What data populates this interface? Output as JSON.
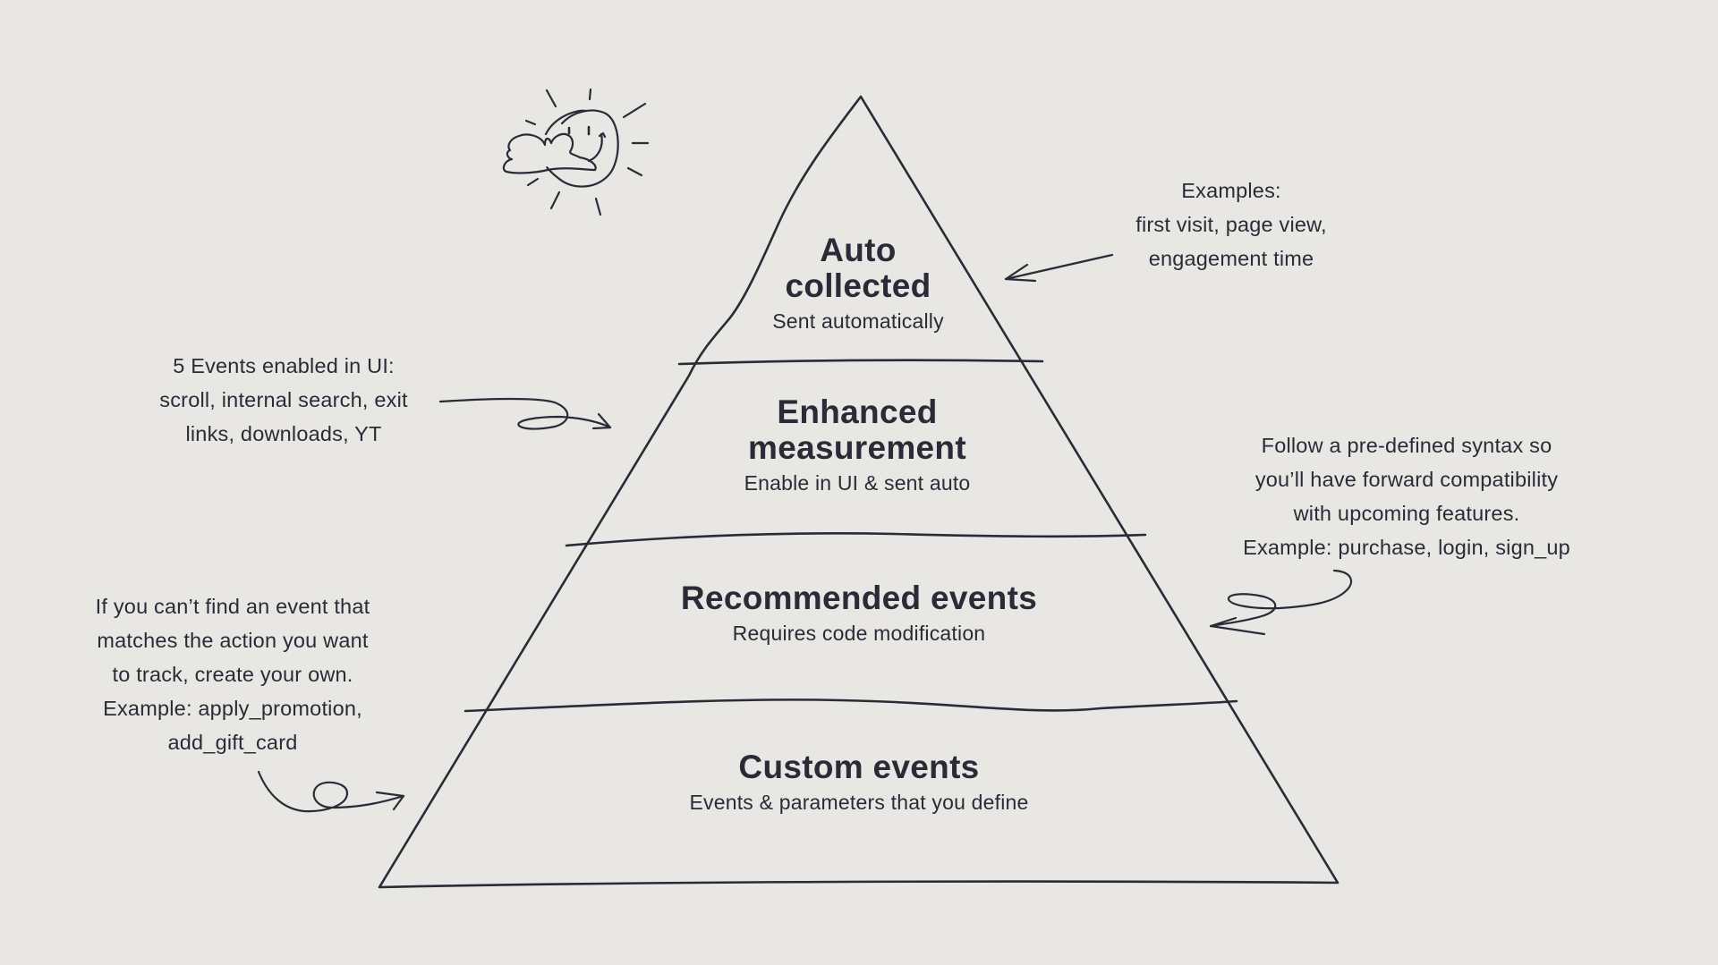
{
  "diagram": {
    "type": "pyramid",
    "colors": {
      "background": "#e8e7e3",
      "ink": "#2b2b38"
    },
    "tiers": [
      {
        "title_lines": [
          "Auto",
          "collected"
        ],
        "subtitle": "Sent automatically"
      },
      {
        "title_lines": [
          "Enhanced",
          "measurement"
        ],
        "subtitle": "Enable in UI & sent auto"
      },
      {
        "title_lines": [
          "Recommended events"
        ],
        "subtitle": "Requires code modification"
      },
      {
        "title_lines": [
          "Custom events"
        ],
        "subtitle": "Events & parameters that you define"
      }
    ],
    "annotations": [
      {
        "target_tier": "Auto collected",
        "lines": [
          "Examples:",
          "first visit, page view,",
          "engagement time"
        ]
      },
      {
        "target_tier": "Enhanced measurement",
        "lines": [
          "5 Events enabled in UI:",
          "scroll, internal search, exit",
          "links, downloads, YT"
        ]
      },
      {
        "target_tier": "Recommended events",
        "lines": [
          "Follow a pre-defined syntax so",
          "you’ll have forward compatibility",
          "with upcoming features.",
          "Example: purchase, login, sign_up"
        ]
      },
      {
        "target_tier": "Custom events",
        "lines": [
          "If you can’t find an event that",
          "matches the action you want",
          "to track, create your own.",
          "Example: apply_promotion,",
          "add_gift_card"
        ]
      }
    ],
    "decorations": [
      "sun-with-cloud-doodle"
    ]
  }
}
